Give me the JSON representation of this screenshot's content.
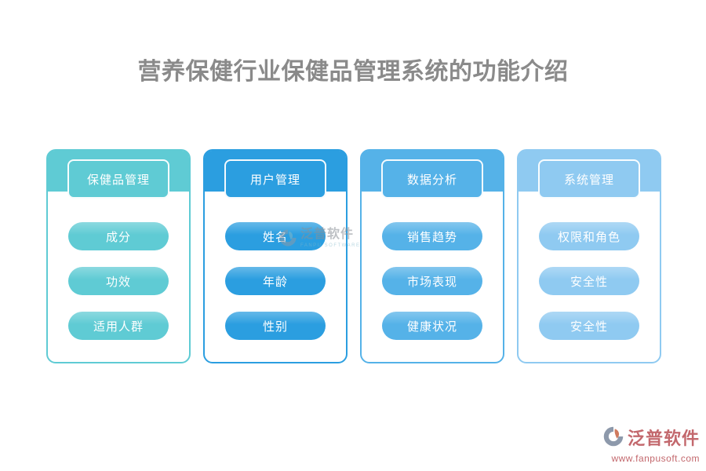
{
  "title": {
    "text": "营养保健行业保健品管理系统的功能介绍",
    "color": "#8a8a8a"
  },
  "columns": [
    {
      "header": "保健品管理",
      "color": "#5fcbd4",
      "items": [
        "成分",
        "功效",
        "适用人群"
      ]
    },
    {
      "header": "用户管理",
      "color": "#2b9ee0",
      "items": [
        "姓名",
        "年龄",
        "性别"
      ]
    },
    {
      "header": "数据分析",
      "color": "#55b2e8",
      "items": [
        "销售趋势",
        "市场表现",
        "健康状况"
      ]
    },
    {
      "header": "系统管理",
      "color": "#8fcaf1",
      "items": [
        "权限和角色",
        "安全性",
        "安全性"
      ]
    }
  ],
  "watermark": {
    "brand": "泛普软件",
    "caption": "FANPU SOFTWARE"
  },
  "footer": {
    "brand": "泛普软件",
    "url": "www.fanpusoft.com",
    "color": "#c3686d"
  }
}
